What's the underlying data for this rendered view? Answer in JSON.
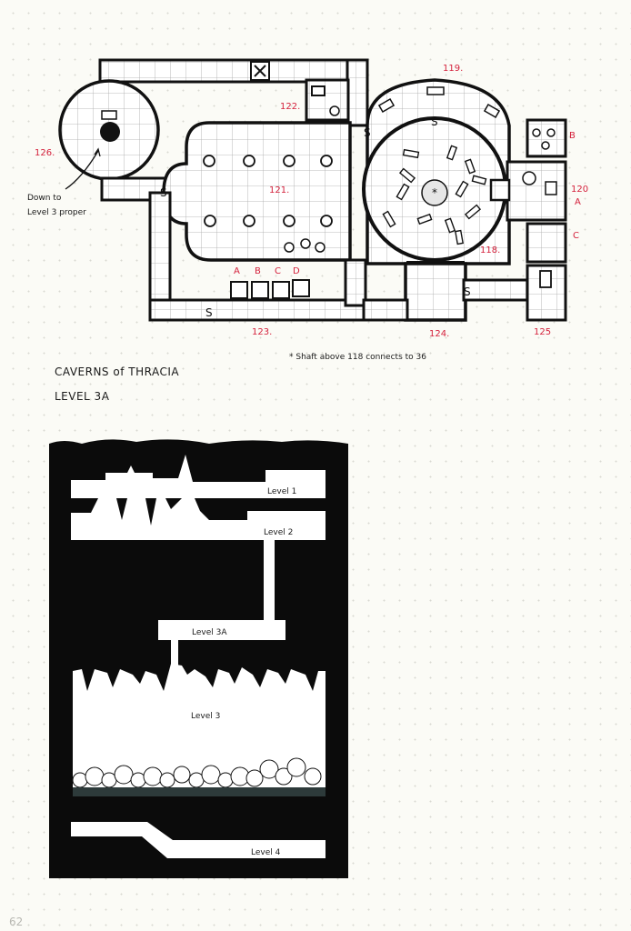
{
  "map": {
    "room_labels": {
      "r119": "119.",
      "r122": "122.",
      "r126": "126.",
      "r121": "121.",
      "r118": "118.",
      "r120": "120",
      "r120a": "A",
      "r120b": "B",
      "r120c": "C",
      "r123": "123.",
      "r124": "124.",
      "r125": "125",
      "alcove_a": "A",
      "alcove_b": "B",
      "alcove_c": "C",
      "alcove_d": "D"
    },
    "secret_door_marker": "S",
    "down_note_line1": "Down to",
    "down_note_line2": "Level 3 proper",
    "shaft_note": "* Shaft above 118 connects to 36"
  },
  "title": {
    "line1": "CAVERNS of THRACIA",
    "line2": "LEVEL 3A"
  },
  "cross_section": {
    "levels": [
      "Level 1",
      "Level 2",
      "Level 3A",
      "Level 3",
      "Level 4"
    ]
  },
  "page_number": "62",
  "colors": {
    "ink": "#1a1a1a",
    "room_number_red": "#d4213c",
    "floor": "#ffffff",
    "grid": "#9a9a9a",
    "paper": "#fbfbf6"
  }
}
